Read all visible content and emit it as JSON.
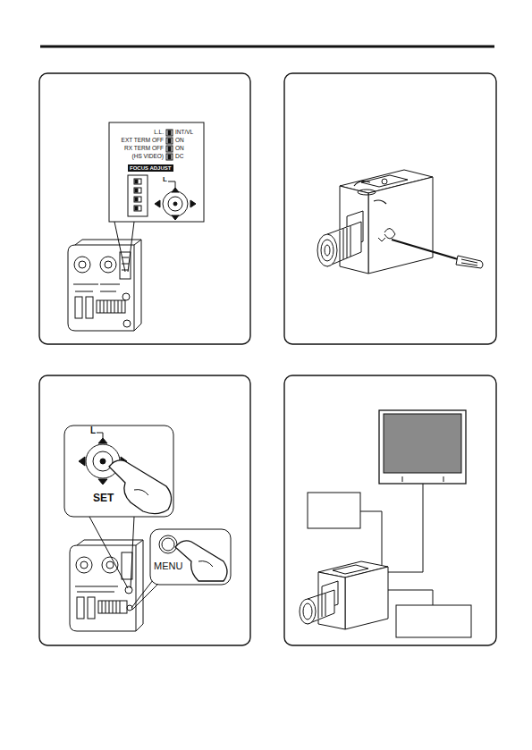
{
  "diagram": {
    "nodes": [
      {
        "text": [
          "FOCUS ADJUST"
        ]
      }
    ],
    "labels": [
      "L.L.",
      "INT/VL",
      "EXT TERM OFF",
      "ON",
      "RX TERM OFF",
      "ON",
      "(HS VIDEO)",
      "DC",
      "L",
      "L",
      "SET",
      "MENU"
    ]
  }
}
